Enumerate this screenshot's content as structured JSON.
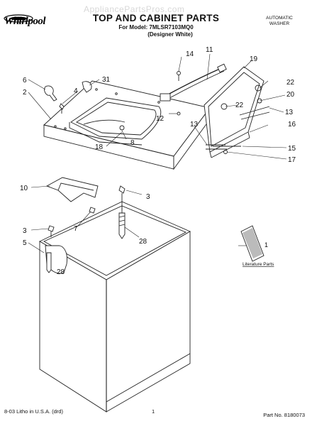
{
  "header": {
    "brand": "Whirlpool",
    "watermark": "AppliancePartsPros.com",
    "title": "TOP AND CABINET PARTS",
    "model_line": "For Model: 7MLSR7103MQ0",
    "variant": "(Designer White)",
    "product_type": "AUTOMATIC WASHER"
  },
  "callouts": [
    {
      "id": "1",
      "label": "1"
    },
    {
      "id": "2",
      "label": "2"
    },
    {
      "id": "3a",
      "label": "3"
    },
    {
      "id": "3b",
      "label": "3"
    },
    {
      "id": "4",
      "label": "4"
    },
    {
      "id": "5",
      "label": "5"
    },
    {
      "id": "6",
      "label": "6"
    },
    {
      "id": "7",
      "label": "7"
    },
    {
      "id": "8",
      "label": "8"
    },
    {
      "id": "10",
      "label": "10"
    },
    {
      "id": "11",
      "label": "11"
    },
    {
      "id": "12",
      "label": "12"
    },
    {
      "id": "13a",
      "label": "13"
    },
    {
      "id": "13b",
      "label": "13"
    },
    {
      "id": "14",
      "label": "14"
    },
    {
      "id": "15",
      "label": "15"
    },
    {
      "id": "16",
      "label": "16"
    },
    {
      "id": "17",
      "label": "17"
    },
    {
      "id": "18",
      "label": "18"
    },
    {
      "id": "19",
      "label": "19"
    },
    {
      "id": "20",
      "label": "20"
    },
    {
      "id": "22a",
      "label": "22"
    },
    {
      "id": "22b",
      "label": "22"
    },
    {
      "id": "28a",
      "label": "28"
    },
    {
      "id": "28b",
      "label": "28"
    },
    {
      "id": "31",
      "label": "31"
    }
  ],
  "literature_label": "Literature Parts",
  "footer": {
    "print_info": "8-03 Litho in U.S.A. (drd)",
    "page_number": "1",
    "part_number": "Part No. 8180073"
  }
}
